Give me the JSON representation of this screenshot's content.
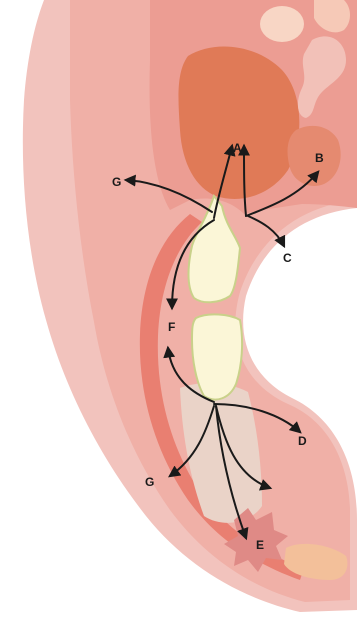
{
  "labels": {
    "a": "A",
    "b": "B",
    "c": "C",
    "d": "D",
    "e": "E",
    "f": "F",
    "g_upper": "G",
    "g_lower": "G"
  },
  "colors": {
    "background": "#ffffff",
    "outer_tissue": "#f2c3bd",
    "soft_tissue": "#ec9d93",
    "inner_band": "#e97f71",
    "sinus": "#e07a57",
    "tooth": "#fbf6d7",
    "root_zone": "#ead3c8",
    "abscess": "#df8a86",
    "arrow": "#1a1a1a"
  }
}
